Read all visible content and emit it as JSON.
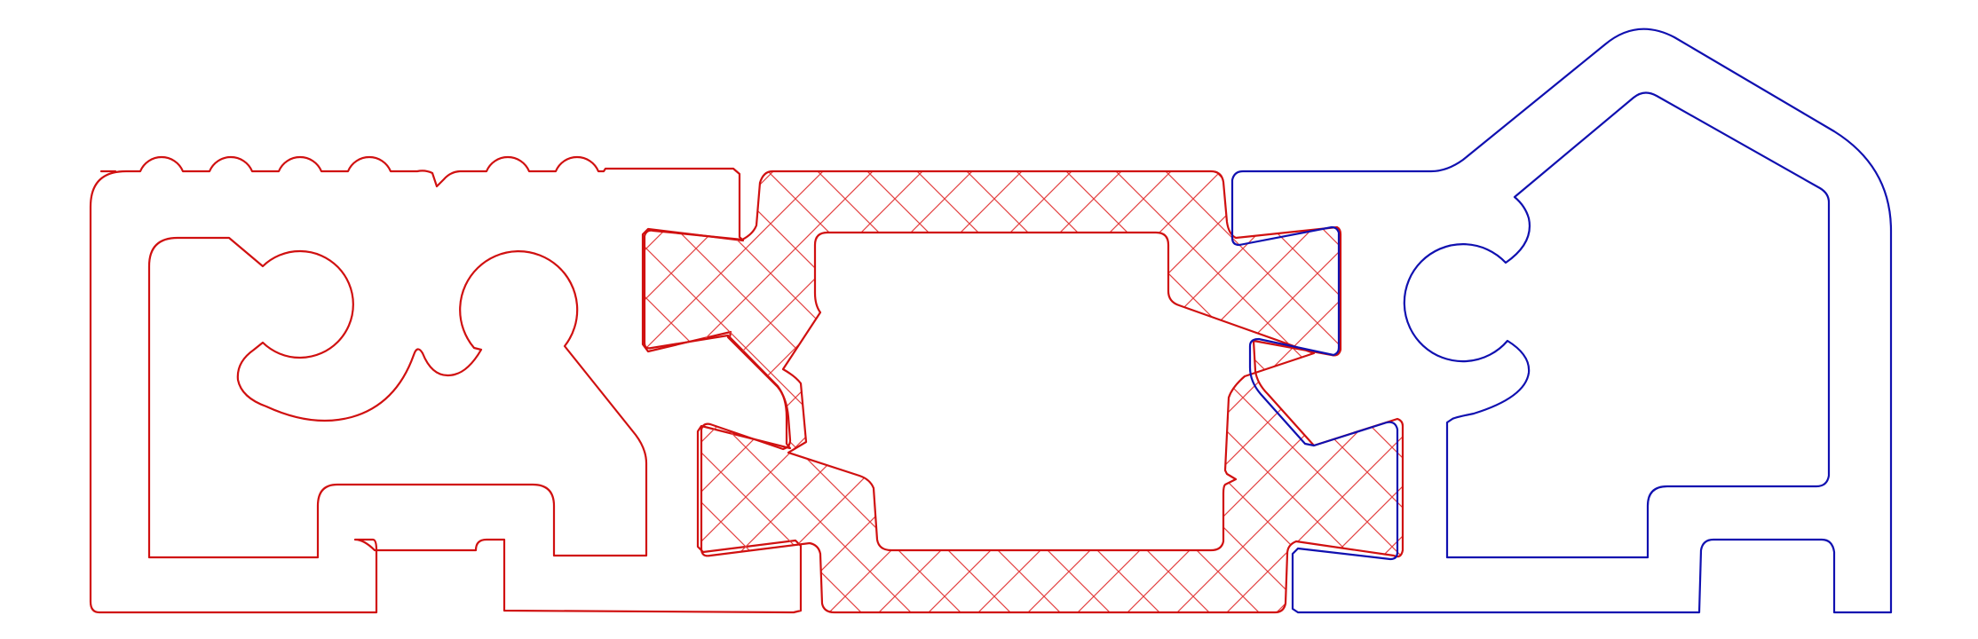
{
  "drawing": {
    "background": "#ffffff",
    "colors": {
      "left_profile": "#d01010",
      "right_profile": "#1010b0",
      "hatch": "#e34040"
    },
    "parts": [
      {
        "id": "left-profile",
        "style": "outline",
        "color": "red"
      },
      {
        "id": "center-profile",
        "style": "hatched-section",
        "color": "red"
      },
      {
        "id": "right-profile",
        "style": "outline",
        "color": "blue"
      }
    ]
  }
}
